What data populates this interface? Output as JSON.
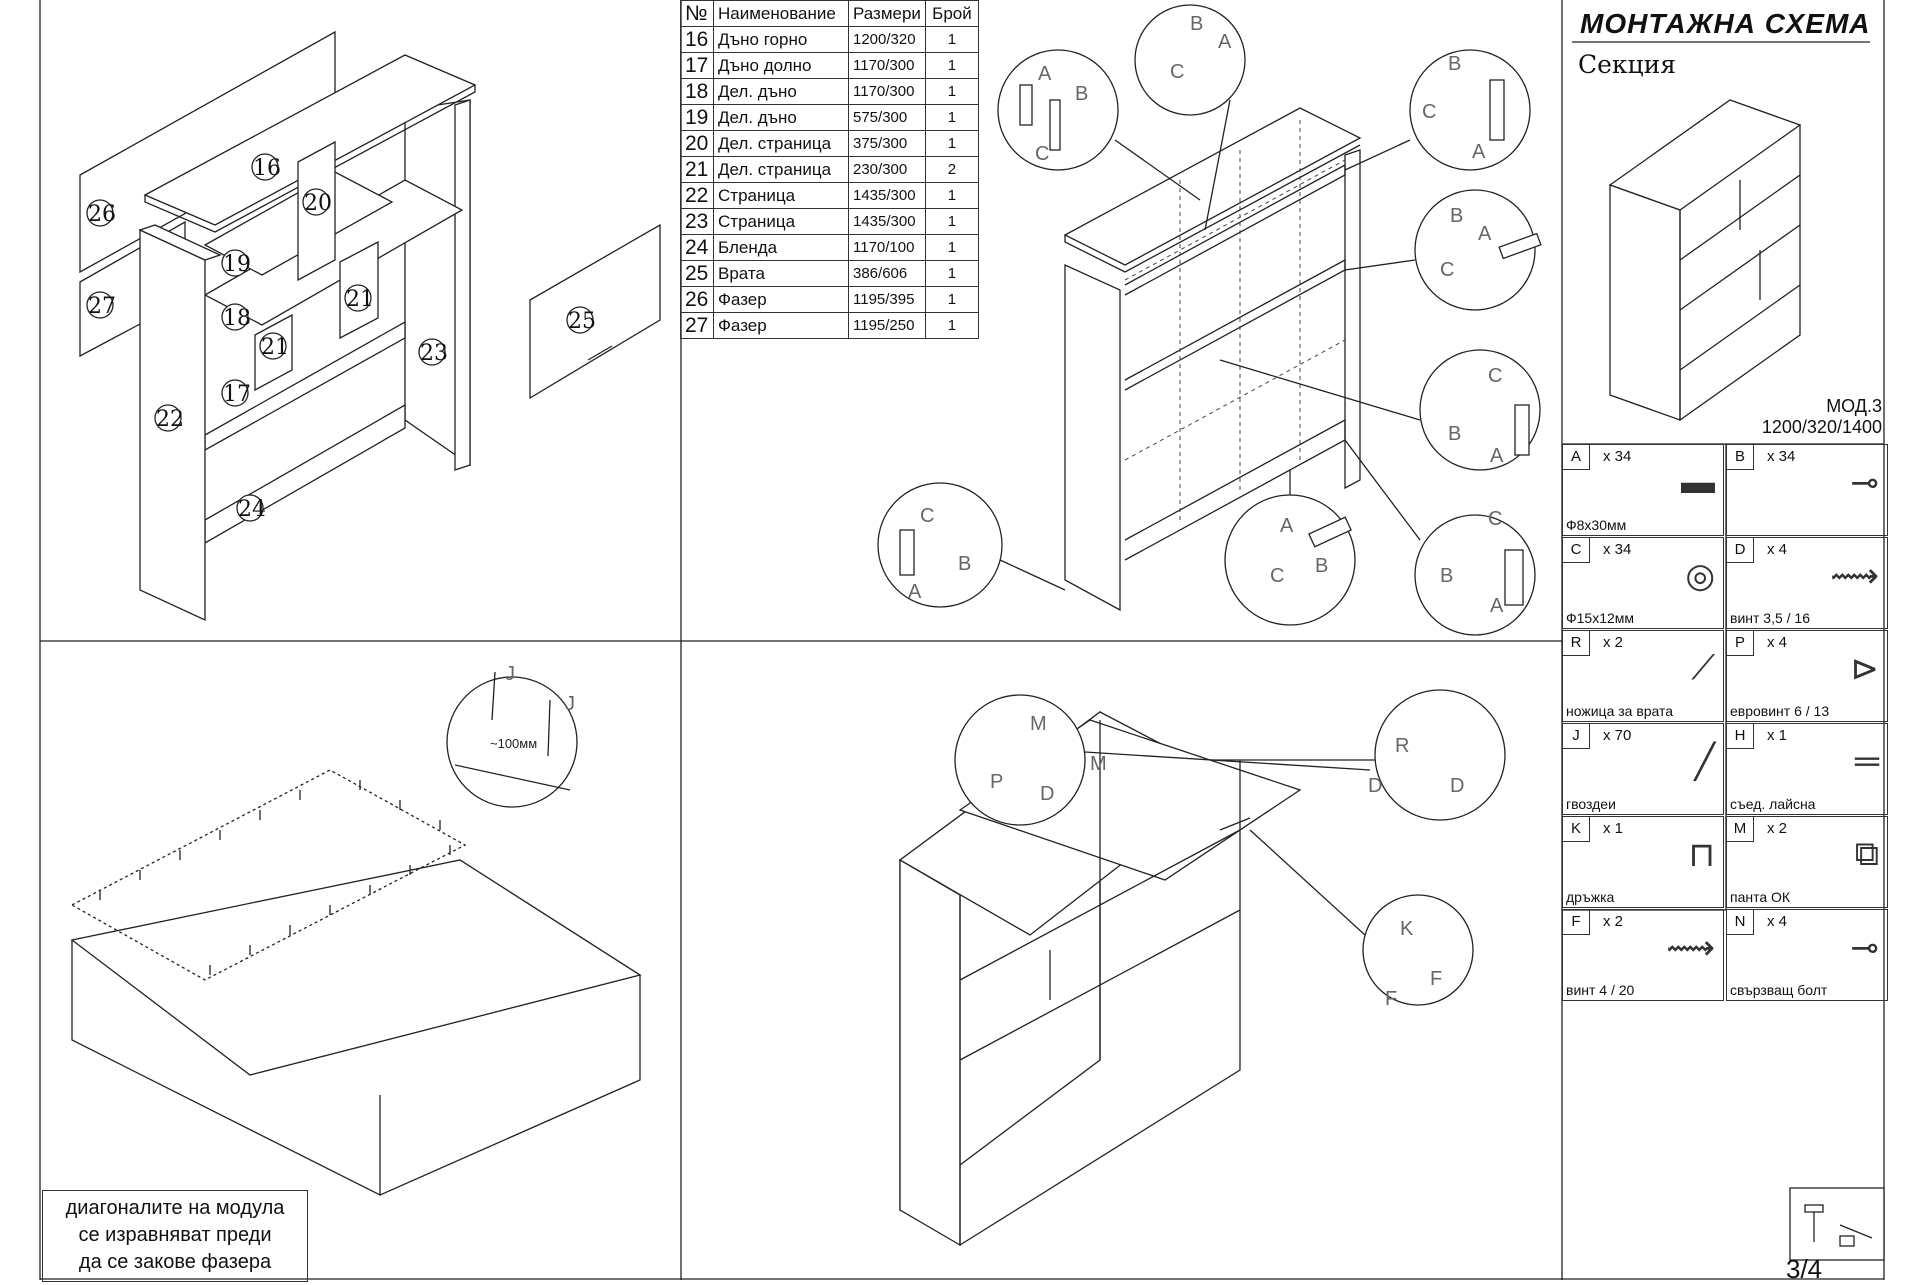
{
  "header": {
    "title": "МОНТАЖНА СХЕМА",
    "subtitle": "Секция",
    "model": "МОД.3",
    "dimensions": "1200/320/1400"
  },
  "parts_table": {
    "columns": [
      "№",
      "Наименование",
      "Размери",
      "Брой"
    ],
    "rows": [
      {
        "no": "16",
        "name": "Дъно горно",
        "dims": "1200/320",
        "qty": "1"
      },
      {
        "no": "17",
        "name": "Дъно долно",
        "dims": "1170/300",
        "qty": "1"
      },
      {
        "no": "18",
        "name": "Дел. дъно",
        "dims": "1170/300",
        "qty": "1"
      },
      {
        "no": "19",
        "name": "Дел. дъно",
        "dims": "575/300",
        "qty": "1"
      },
      {
        "no": "20",
        "name": "Дел. страница",
        "dims": "375/300",
        "qty": "1"
      },
      {
        "no": "21",
        "name": "Дел. страница",
        "dims": "230/300",
        "qty": "2"
      },
      {
        "no": "22",
        "name": "Страница",
        "dims": "1435/300",
        "qty": "1"
      },
      {
        "no": "23",
        "name": "Страница",
        "dims": "1435/300",
        "qty": "1"
      },
      {
        "no": "24",
        "name": "Бленда",
        "dims": "1170/100",
        "qty": "1"
      },
      {
        "no": "25",
        "name": "Врата",
        "dims": "386/606",
        "qty": "1"
      },
      {
        "no": "26",
        "name": "Фазер",
        "dims": "1195/395",
        "qty": "1"
      },
      {
        "no": "27",
        "name": "Фазер",
        "dims": "1195/250",
        "qty": "1"
      }
    ]
  },
  "hardware": [
    {
      "code": "A",
      "qty": "x 34",
      "label": "Ф8x30мм",
      "icon": "dowel-icon"
    },
    {
      "code": "B",
      "qty": "x 34",
      "label": "",
      "icon": "cam-bolt-icon"
    },
    {
      "code": "C",
      "qty": "x 34",
      "label": "Ф15x12мм",
      "icon": "cam-lock-icon"
    },
    {
      "code": "D",
      "qty": "x 4",
      "label": "винт 3,5 / 16",
      "icon": "wood-screw-icon"
    },
    {
      "code": "R",
      "qty": "x 2",
      "label": "ножица за врата",
      "icon": "door-stay-icon"
    },
    {
      "code": "P",
      "qty": "x 4",
      "label": "евровинт 6 / 13",
      "icon": "euro-screw-icon"
    },
    {
      "code": "J",
      "qty": "x 70",
      "label": "гвоздеи",
      "icon": "nail-icon"
    },
    {
      "code": "H",
      "qty": "x 1",
      "label": "съед. лайсна",
      "icon": "joining-strip-icon"
    },
    {
      "code": "K",
      "qty": "x 1",
      "label": "дръжка",
      "icon": "handle-icon"
    },
    {
      "code": "M",
      "qty": "x 2",
      "label": "панта ОК",
      "icon": "hinge-icon"
    },
    {
      "code": "F",
      "qty": "x 2",
      "label": "винт 4 / 20",
      "icon": "screw-icon"
    },
    {
      "code": "N",
      "qty": "x 4",
      "label": "свързващ болт",
      "icon": "connector-bolt-icon"
    }
  ],
  "diagrams": {
    "exploded_labels": [
      "16",
      "17",
      "18",
      "19",
      "20",
      "21",
      "21",
      "22",
      "23",
      "24",
      "25",
      "26",
      "27"
    ],
    "nail_spacing": "~100мм",
    "callout_letters": [
      "A",
      "B",
      "C",
      "J",
      "M",
      "P",
      "D",
      "R",
      "K",
      "F"
    ]
  },
  "note": {
    "line1": "диагоналите на модула",
    "line2": "се изравняват преди",
    "line3": "да се закове фазера"
  },
  "page": {
    "number": "3/4"
  }
}
